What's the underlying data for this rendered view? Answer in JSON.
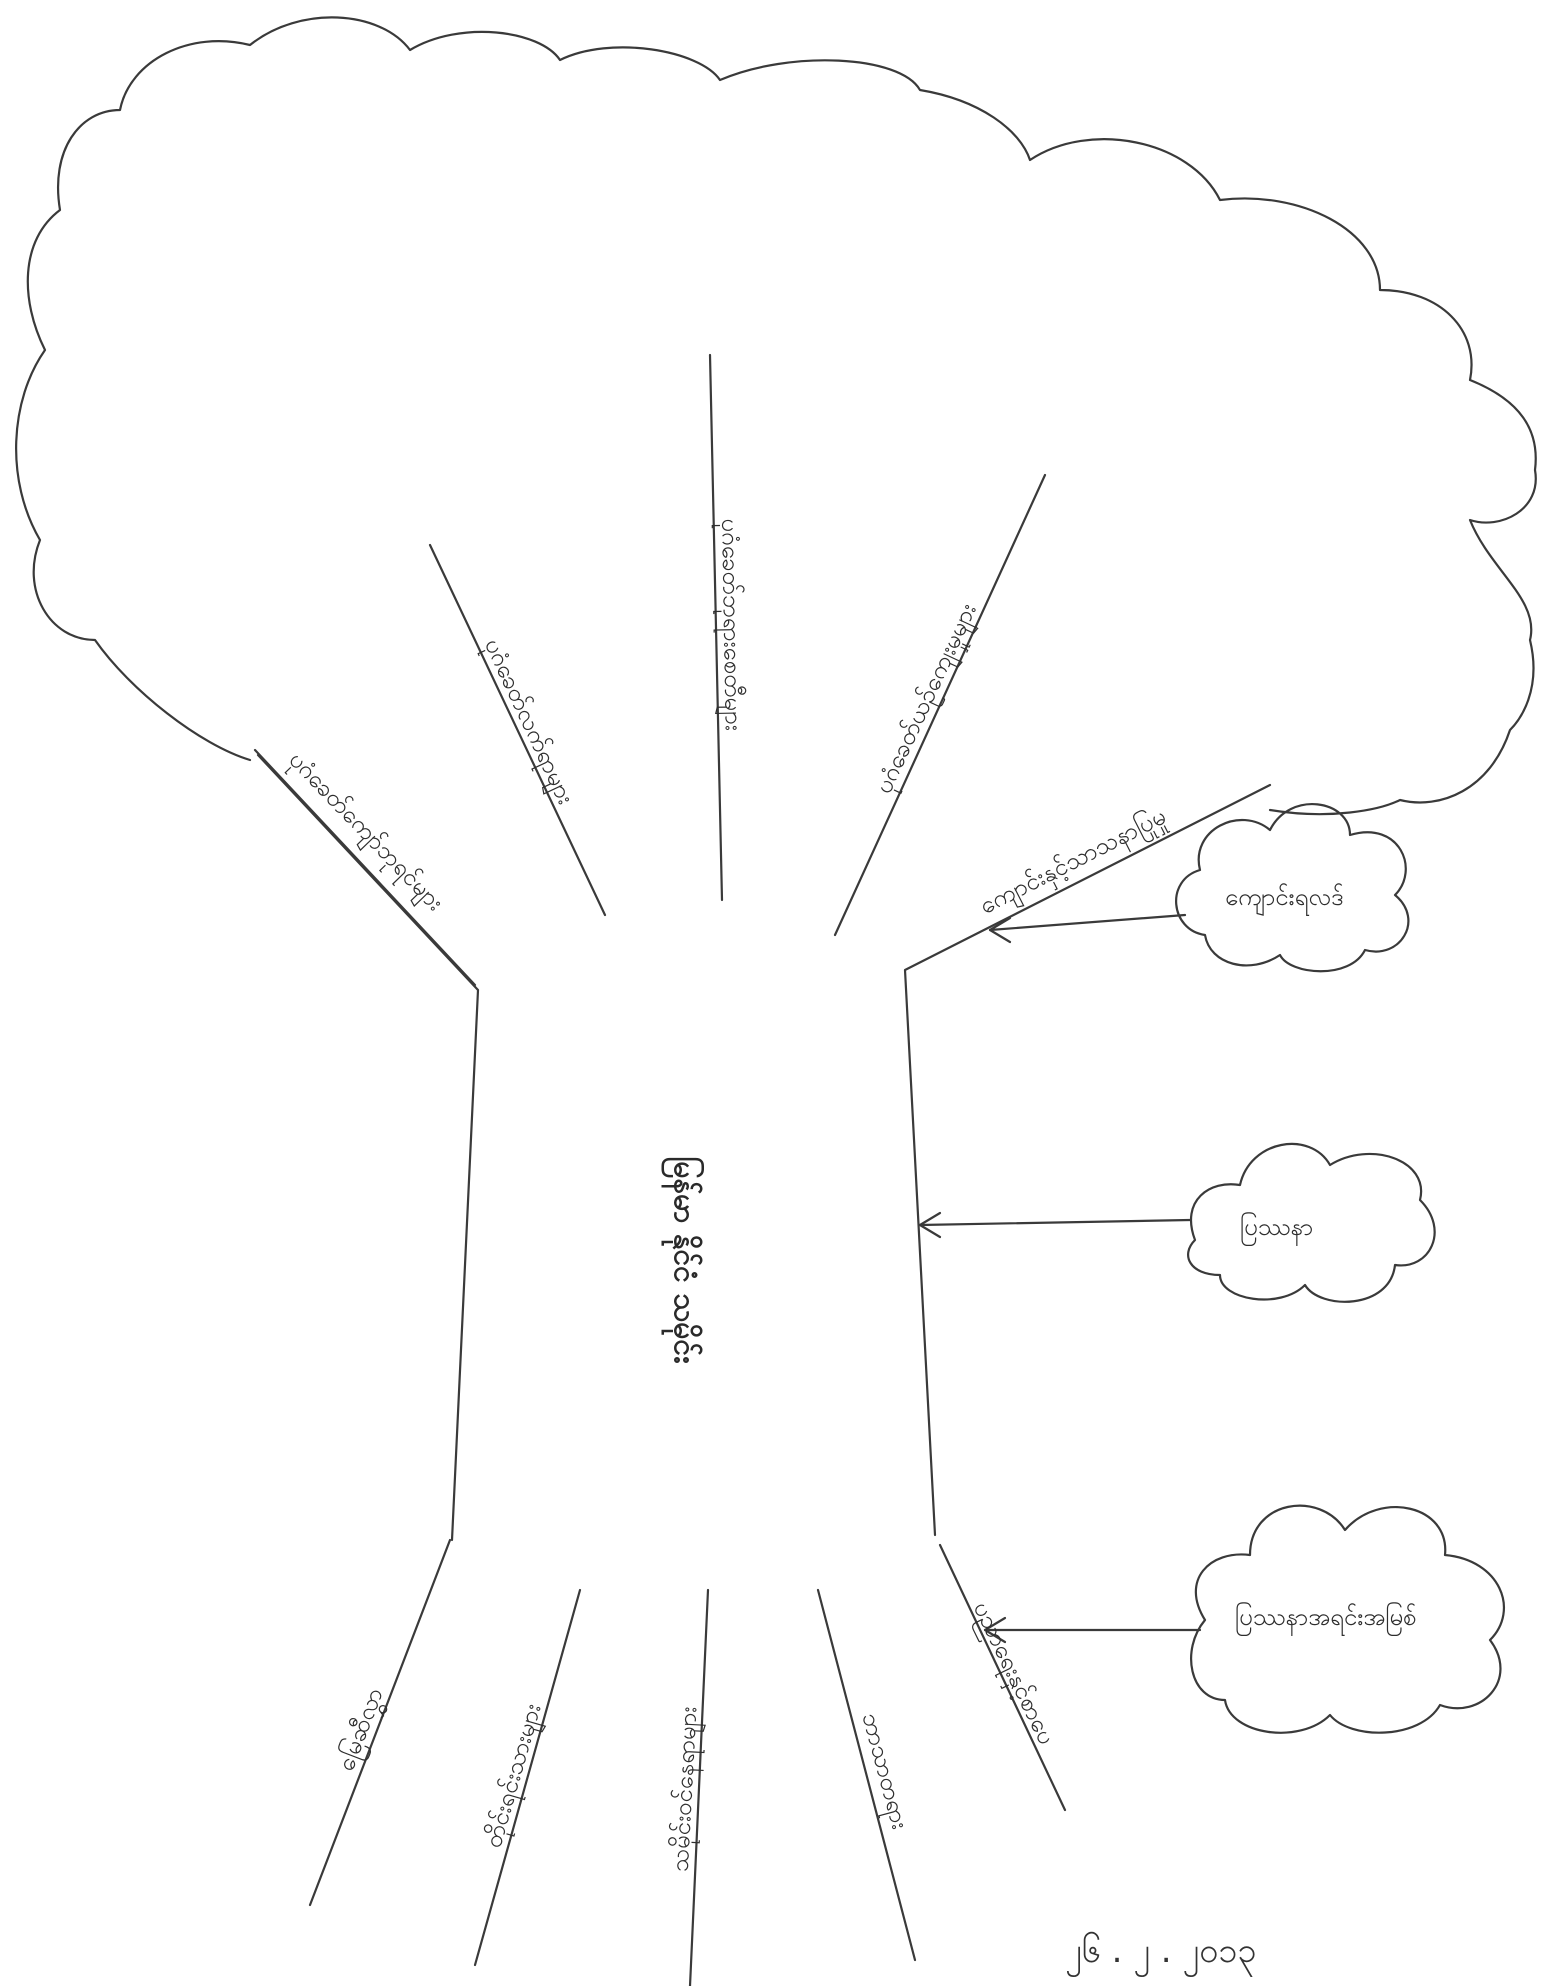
{
  "tree": {
    "title": "မြန်မာ နိုင်ငံ သမိုင်း",
    "title_parts": [
      "မြန်မာ နိုင်ငံ",
      "သမိုင်း"
    ],
    "branches": [
      "ပုဂံခေတ်ကျော်ဘုရင်များ",
      "ပုဂံခေတ်လက်ရာများ",
      "ပုဂံခေတ်ဘုရားစေတီများ",
      "ပုဂံခေတ်ယဉ်ကျေးမှုများ",
      "ကျောင်းနှင့်သာသနာပြုမှု"
    ],
    "roots": [
      "မြေဆီလွှာ",
      "တိုင်းရင်းသားများ",
      "သမိုင်းဝင်နေရာများ",
      "ဘာသာတရား",
      "ပညာရေးနှင့်စာပေ"
    ],
    "clouds": [
      {
        "label": "ကျောင်းရလဒ်"
      },
      {
        "label": "ပြဿနာ"
      },
      {
        "label": "ပြဿနာအရင်းအမြစ်"
      }
    ]
  },
  "date": "၂၆ . ၂ . ၂၀၁၃"
}
